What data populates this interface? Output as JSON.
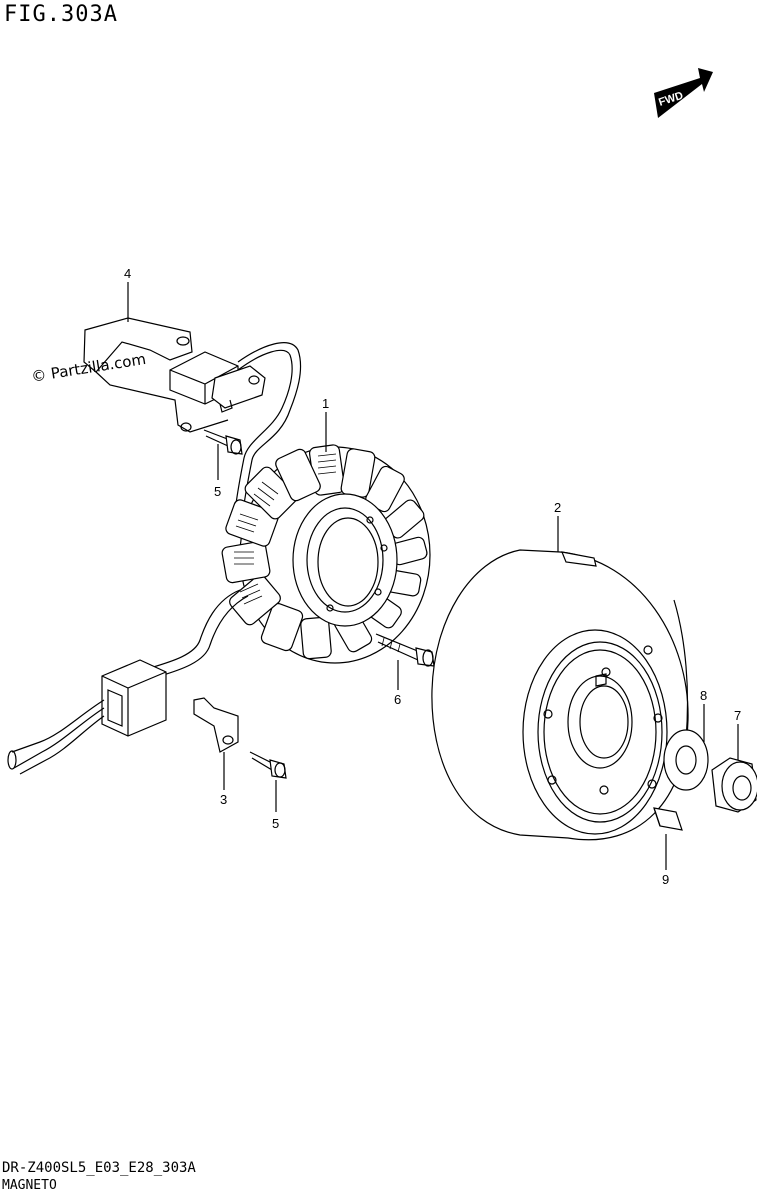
{
  "figure": {
    "title": "FIG.303A",
    "code": "DR-Z400SL5_E03_E28_303A",
    "name": "MAGNETO",
    "watermark": "© Partzilla.com",
    "fwd_label": "FWD"
  },
  "callouts": [
    {
      "id": "1",
      "label": "1"
    },
    {
      "id": "2",
      "label": "2"
    },
    {
      "id": "3",
      "label": "3"
    },
    {
      "id": "4",
      "label": "4"
    },
    {
      "id": "5a",
      "label": "5"
    },
    {
      "id": "5b",
      "label": "5"
    },
    {
      "id": "6",
      "label": "6"
    },
    {
      "id": "7",
      "label": "7"
    },
    {
      "id": "8",
      "label": "8"
    },
    {
      "id": "9",
      "label": "9"
    }
  ]
}
